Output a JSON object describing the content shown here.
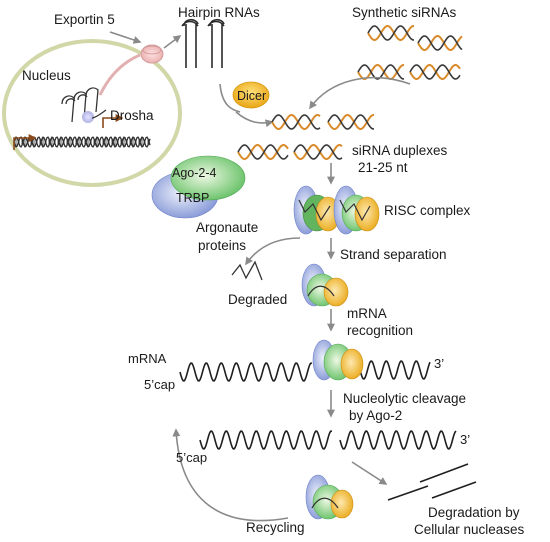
{
  "diagram": {
    "labels": {
      "exportin": "Exportin 5",
      "hairpin": "Hairpin RNAs",
      "synthetic": "Synthetic siRNAs",
      "nucleus": "Nucleus",
      "drosha": "Drosha",
      "dicer": "Dicer",
      "duplex_line1": "siRNA duplexes",
      "duplex_line2": "21-25 nt",
      "ago": "Ago-2-4",
      "trbp": "TRBP",
      "argonaute_line1": "Argonaute",
      "argonaute_line2": "proteins",
      "risc": "RISC  complex",
      "strand_sep": "Strand separation",
      "degraded": "Degraded",
      "mrna_rec_line1": "mRNA",
      "mrna_rec_line2": "recognition",
      "mrna": "mRNA",
      "cap1": "5’cap",
      "prime1": "3’",
      "cleave_line1": "Nucleolytic cleavage",
      "cleave_line2": "by Ago-2",
      "cap2": "5’cap",
      "prime2": "3’",
      "degradation_line1": "Degradation by",
      "degradation_line2": "Cellular nucleases",
      "recycling": "Recycling"
    },
    "colors": {
      "strand_orange": "#d98a2a",
      "strand_dark": "#3a3a3a",
      "nucleus_border": "#d2d7a8",
      "dicer_fill": "#f3b91c",
      "ago_green": "#72c66d",
      "trbp_blue": "#8ea1dc",
      "protein_yellow": "#f0b323",
      "arrow_gray": "#8a8a8a"
    }
  }
}
